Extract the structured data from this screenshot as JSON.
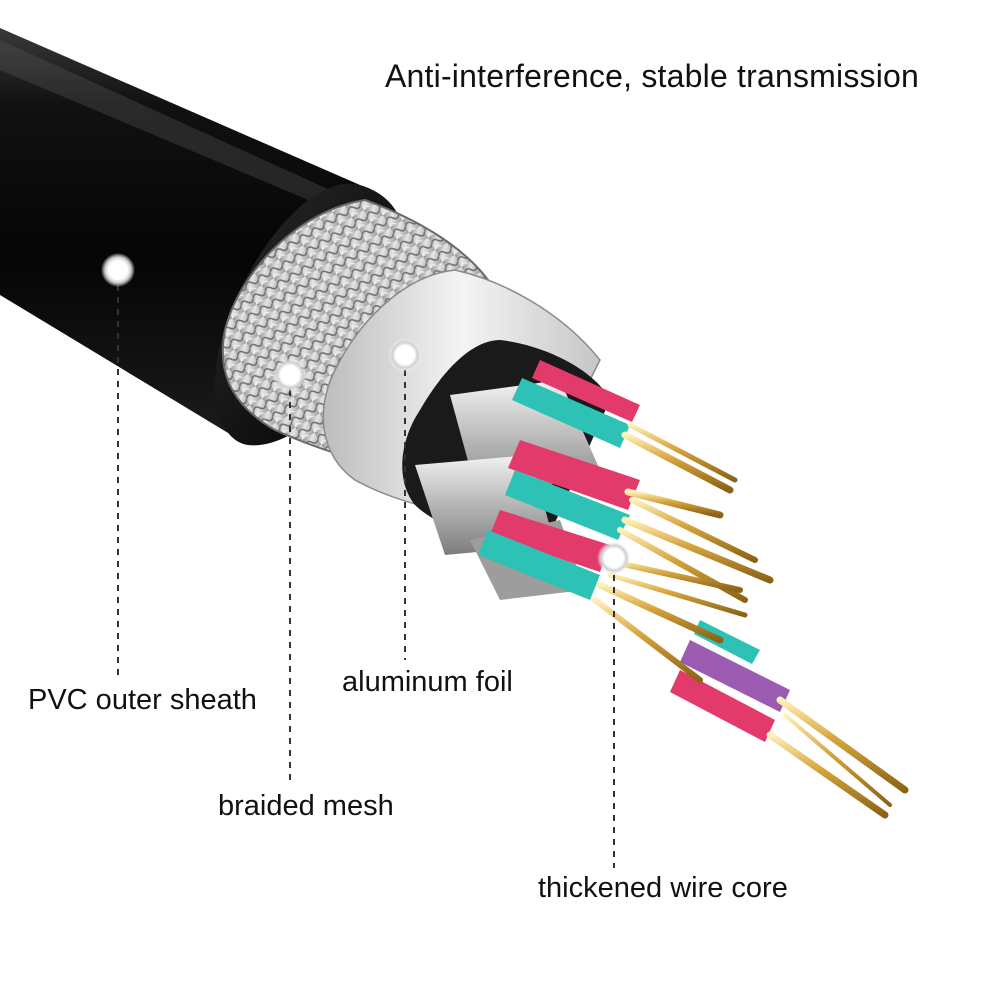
{
  "headline": "Anti-interference, stable transmission",
  "labels": {
    "pvc": "PVC outer sheath",
    "foil": "aluminum foil",
    "mesh": "braided mesh",
    "core": "thickened wire core"
  },
  "colors": {
    "sheath": "#0c0c0c",
    "mesh": "#bfbfbf",
    "foil": "#dcdcdc",
    "insulation_pink": "#e23a6a",
    "insulation_teal": "#2ec2b6",
    "insulation_purple": "#9a5bb0",
    "conductor_gold": "#d4a23a",
    "callout_line": "#333333"
  }
}
